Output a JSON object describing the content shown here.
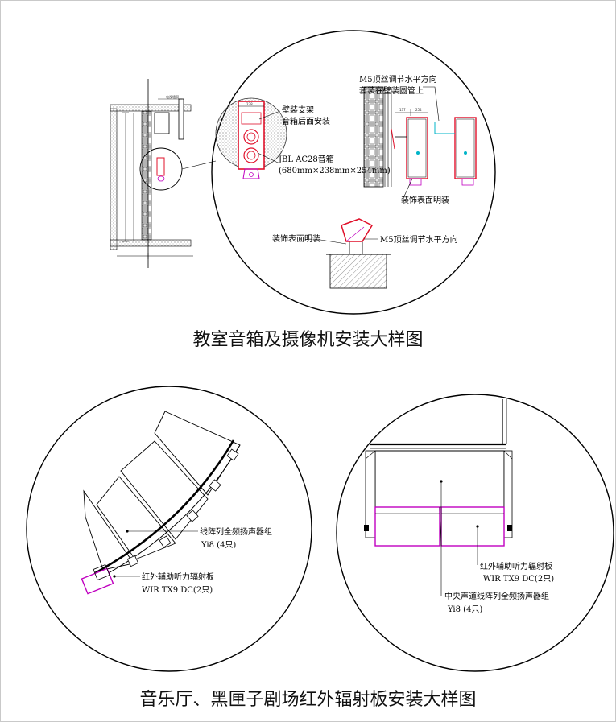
{
  "figure1": {
    "caption": "教室音箱及摄像机安装大样图",
    "detail_label": "电视墙洞",
    "dim_238": "238",
    "dim_254": "254",
    "dim_137": "137",
    "note_bracket_1": "壁装支架",
    "note_bracket_2": "音箱后面安装",
    "note_speaker_1": "JBL AC28音箱",
    "note_speaker_2": "(680mm×238mm×254mm)",
    "note_m5_1": "M5顶丝调节水平方向",
    "note_m5_2": "套装在壁装圆管上",
    "note_surface_1": "装饰表面明装",
    "note_surface_2": "装饰表面明装",
    "note_m5_3": "M5顶丝调节水平方向"
  },
  "figure2": {
    "caption": "音乐厅、黑匣子剧场红外辐射板安装大样图",
    "left_label_array_1": "线阵列全频扬声器组",
    "left_label_array_2": "Yi8 (4只)",
    "left_label_ir_1": "红外辅助听力辐射板",
    "left_label_ir_2": "WIR TX9 DC(2只)",
    "right_label_ir_1": "红外辅助听力辐射板",
    "right_label_ir_2": "WIR TX9 DC(2只)",
    "right_label_array_1": "中央声道线阵列全频扬声器组",
    "right_label_array_2": "Yi8 (4只)"
  },
  "colors": {
    "line": "#000000",
    "speaker_red": "#e0102a",
    "mount_magenta": "#c000c0",
    "cyan_leader": "#00b4c8",
    "hatch_gray": "#888888"
  }
}
